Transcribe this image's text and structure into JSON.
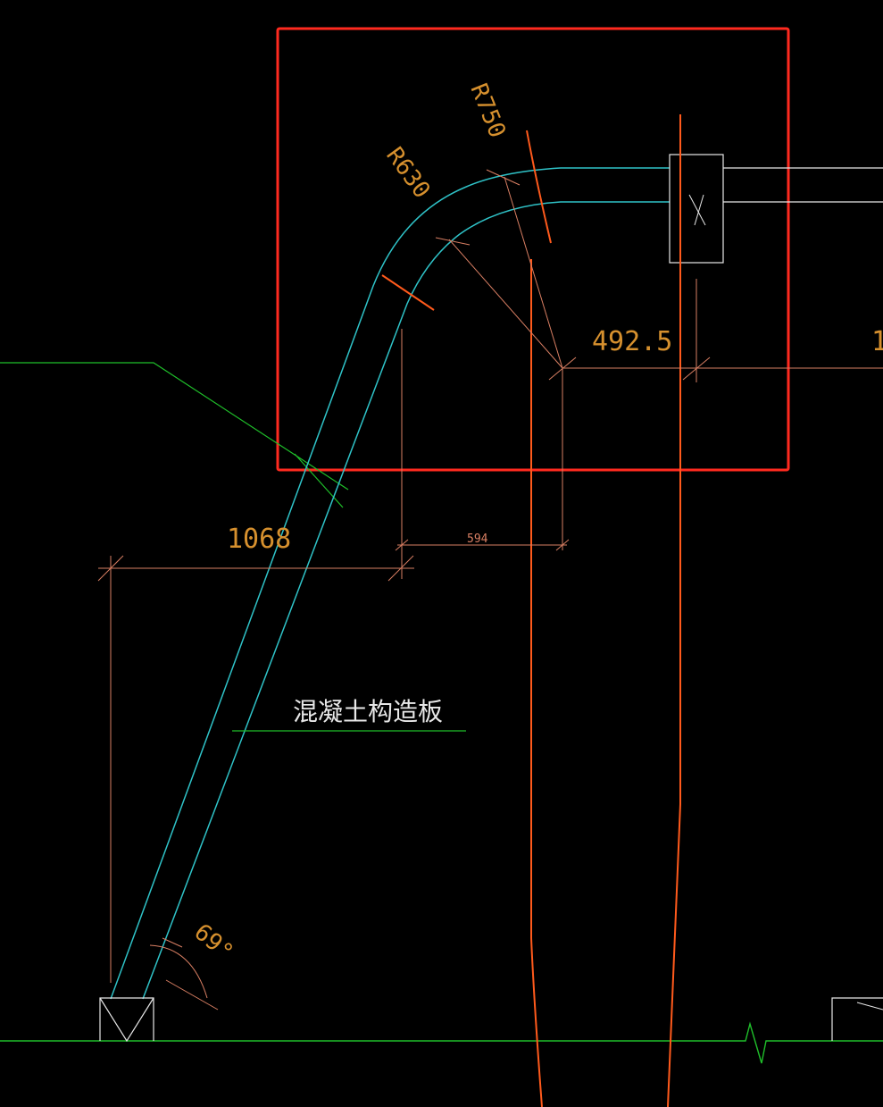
{
  "colors": {
    "background": "#000000",
    "rebar": "#2fc3c8",
    "dimension": "#d97f63",
    "dimension_text": "#d6902e",
    "highlight_box": "#ff2a1f",
    "orange_line": "#ff5a1c",
    "ground": "#1fbf2a",
    "white": "#e8e8e8"
  },
  "labels": {
    "radius_outer": "R750",
    "radius_inner": "R630",
    "dim_492": "492.5",
    "dim_1068": "1068",
    "dim_594": "594",
    "angle": "69°",
    "slab_label": "混凝土构造板",
    "right_cut_dim": "1"
  }
}
